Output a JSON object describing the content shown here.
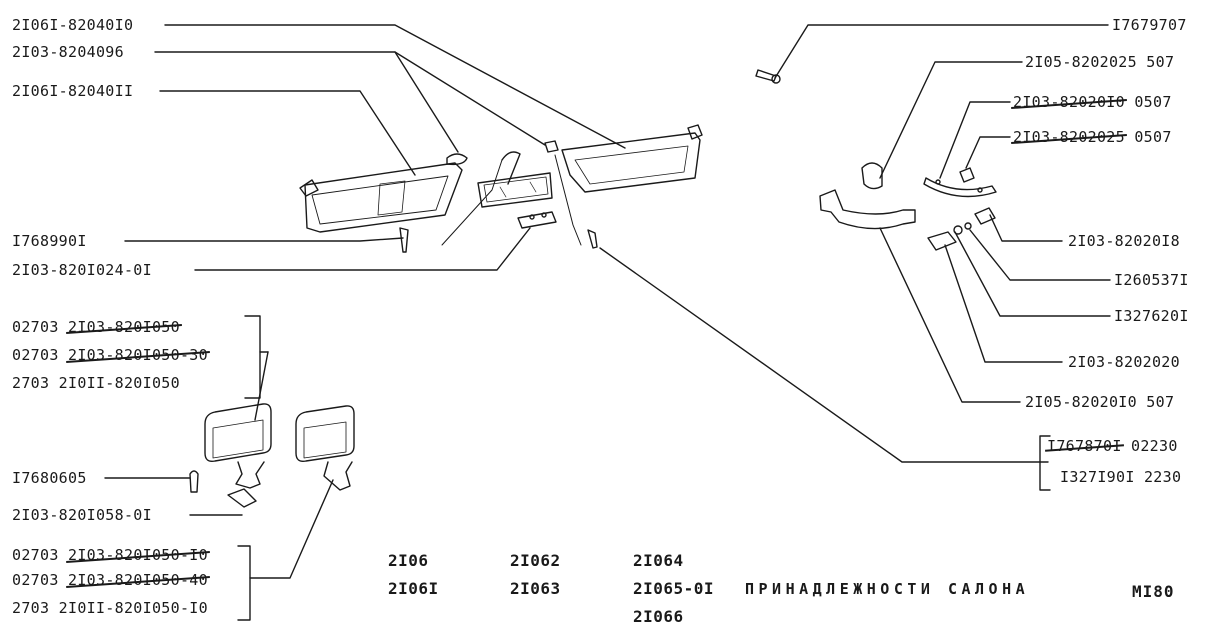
{
  "labels_left": {
    "l1": "2I06I-82040I0",
    "l2": "2I03-8204096",
    "l3": "2I06I-82040II",
    "l4": "I768990I",
    "l5": "2I03-820I024-0I"
  },
  "labels_right": {
    "r1": "I7679707",
    "r2": "2I05-8202025 507",
    "r3_code": "2I03-82020I0",
    "r3_suffix": "0507",
    "r4_code": "2I03-8202025",
    "r4_suffix": "0507",
    "r5": "2I03-82020I8",
    "r6": "I260537I",
    "r7": "I327620I",
    "r8": "2I03-8202020",
    "r9": "2I05-82020I0 507",
    "r10_code": "I767870I",
    "r10_suffix": "02230",
    "r11": "I327I90I 2230"
  },
  "mirror_group_a": {
    "a1_prefix": "02703",
    "a1_code": "2I03-820I050",
    "a2_prefix": "02703",
    "a2_code": "2I03-820I050-30",
    "a3": "2703 2I0II-820I050"
  },
  "mirror_small": {
    "m1": "I7680605",
    "m2": "2I03-820I058-0I"
  },
  "mirror_group_b": {
    "b1_prefix": "02703",
    "b1_code": "2I03-820I050-I0",
    "b2_prefix": "02703",
    "b2_code": "2I03-820I050-40",
    "b3": "2703 2I0II-820I050-I0"
  },
  "models": {
    "c1": [
      "2I06",
      "2I06I"
    ],
    "c2": [
      "2I062",
      "2I063"
    ],
    "c3": [
      "2I064",
      "2I065-0I",
      "2I066"
    ]
  },
  "title": "ПРИНАДЛЕЖНОСТИ САЛОНА",
  "sheet_no": "MI80"
}
